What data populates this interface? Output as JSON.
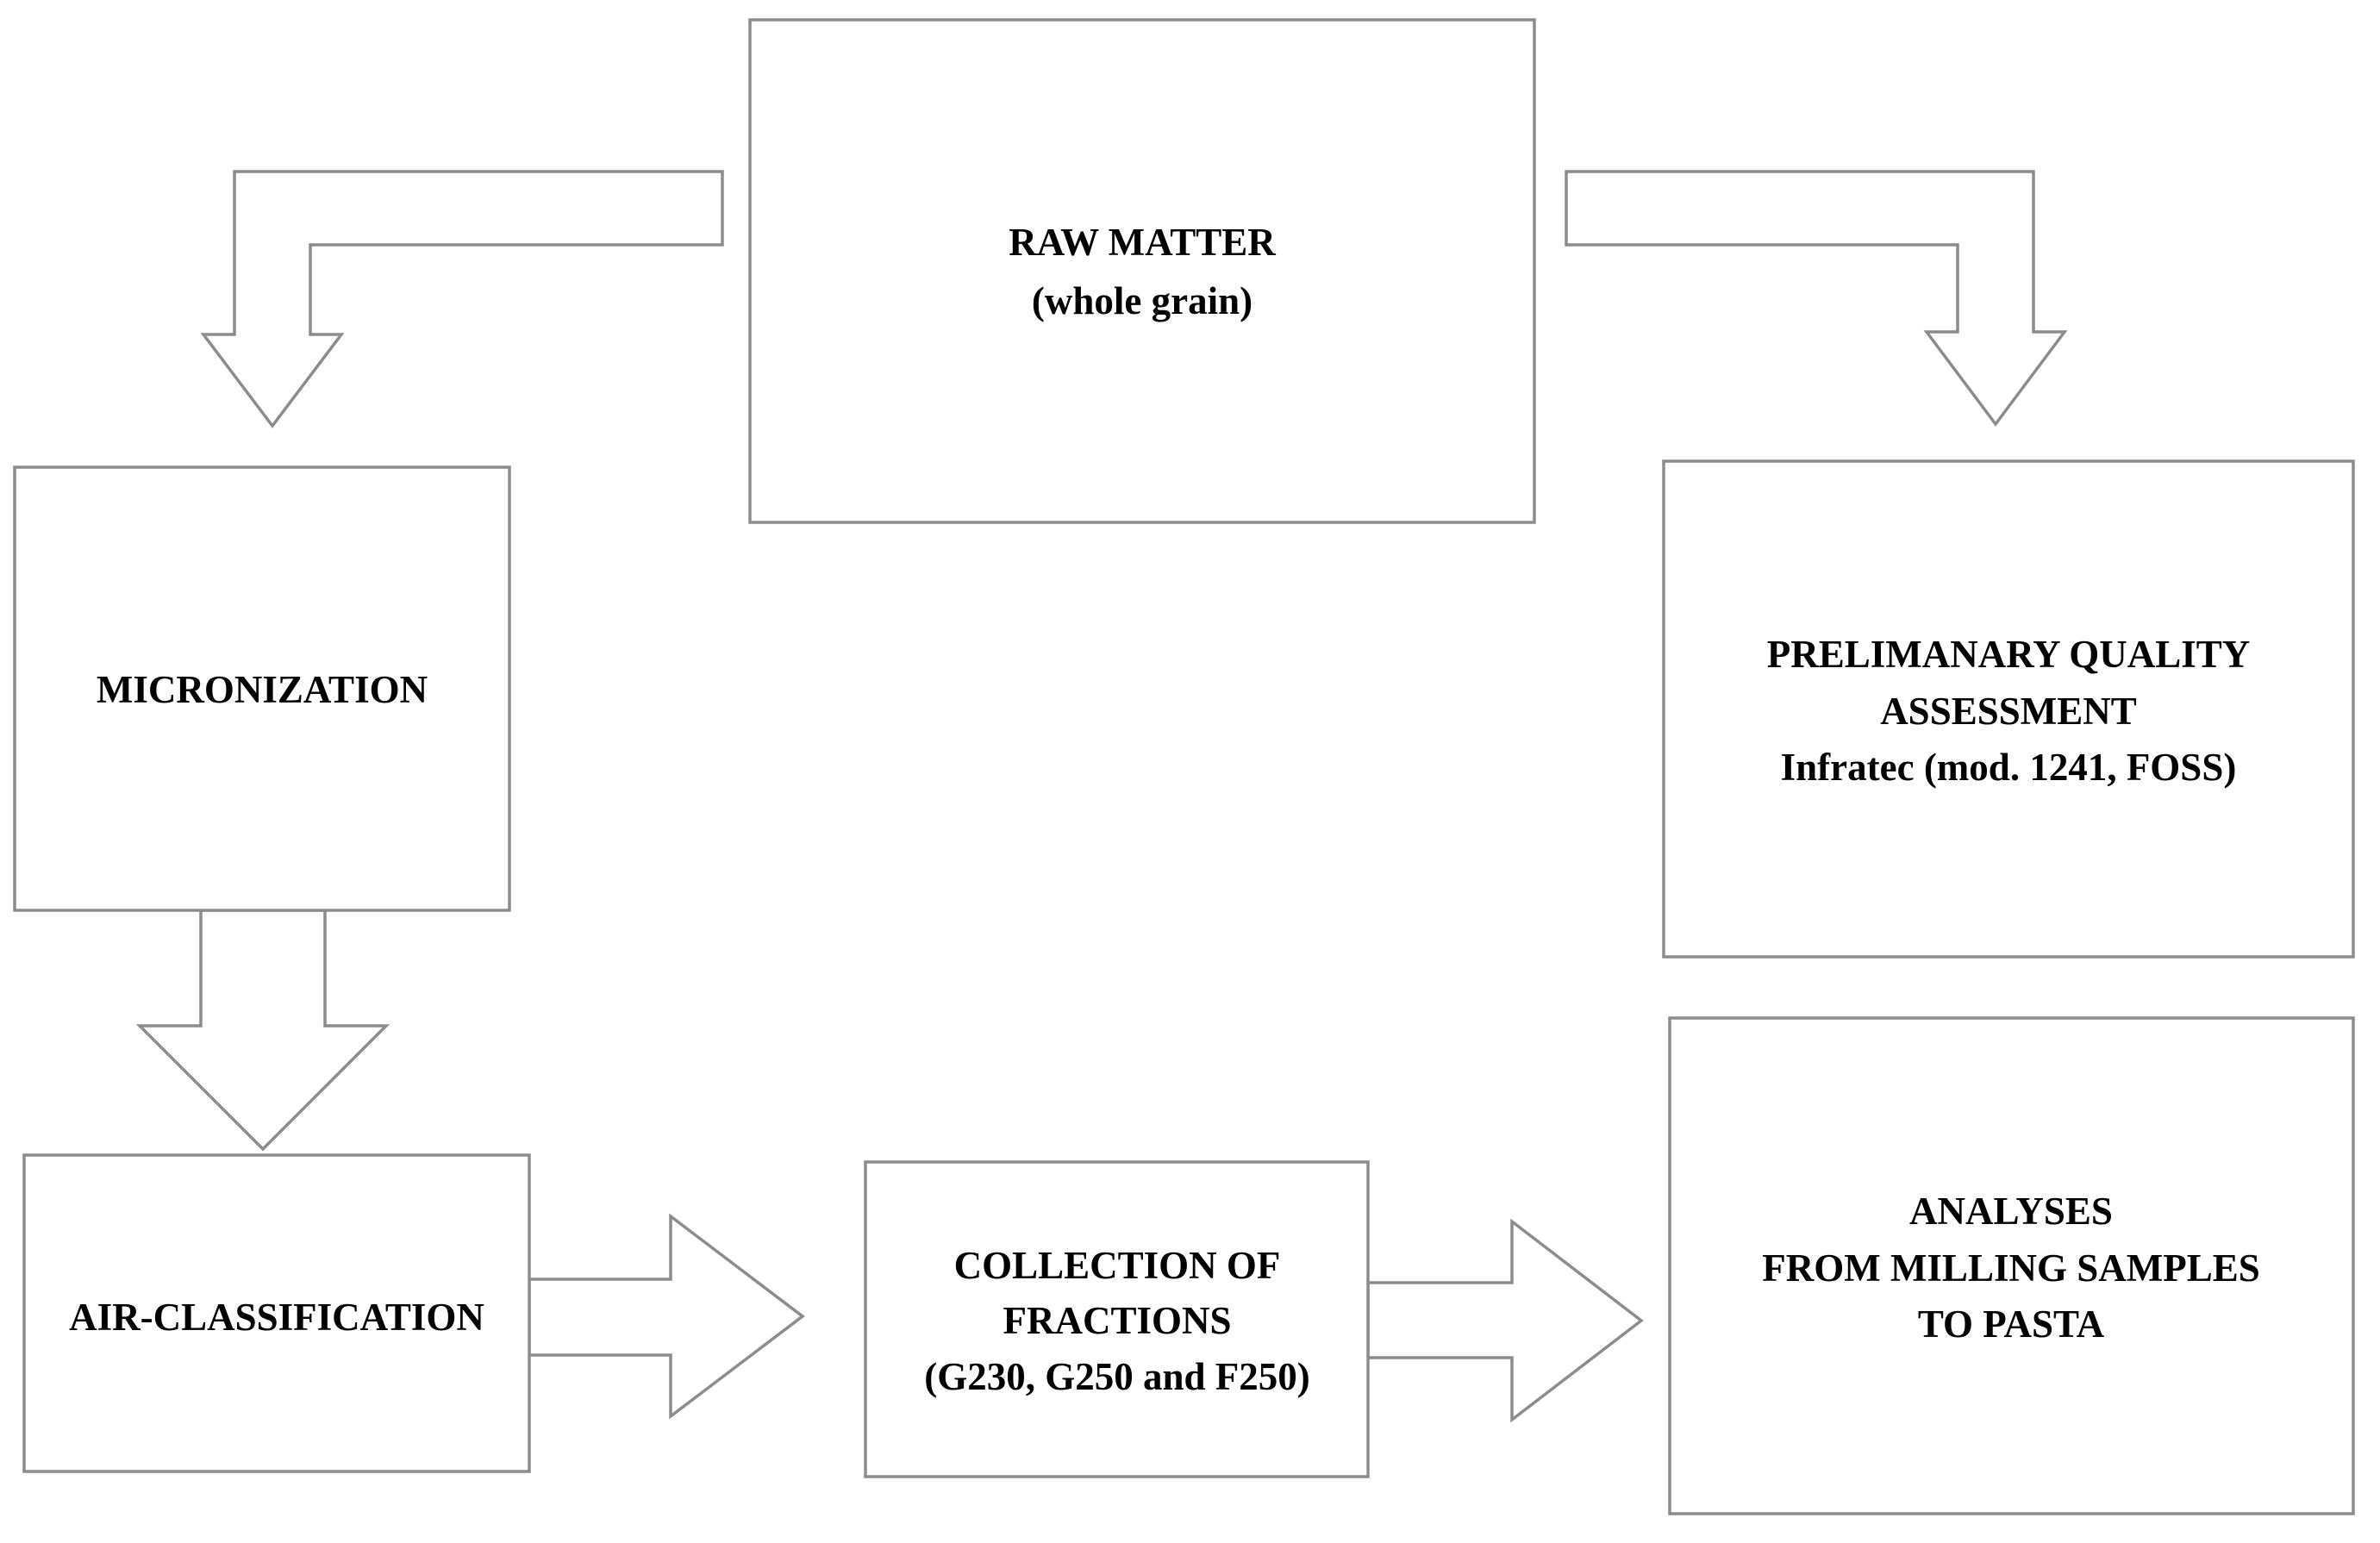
{
  "nodes": {
    "raw_matter": {
      "lines": [
        "RAW MATTER",
        "(whole grain)"
      ]
    },
    "micronization": {
      "lines": [
        "MICRONIZATION"
      ]
    },
    "preliminary_quality": {
      "lines": [
        "PRELIMANARY QUALITY",
        "ASSESSMENT",
        "Infratec (mod. 1241, FOSS)"
      ]
    },
    "air_classification": {
      "lines": [
        "AIR-CLASSIFICATION"
      ]
    },
    "collection_of_fractions": {
      "lines": [
        "COLLECTION OF",
        "FRACTIONS",
        "(G230, G250 and F250)"
      ]
    },
    "analyses": {
      "lines": [
        "ANALYSES",
        "FROM MILLING SAMPLES",
        "TO PASTA"
      ]
    }
  },
  "edges": [
    {
      "from": "raw_matter",
      "to": "micronization"
    },
    {
      "from": "raw_matter",
      "to": "preliminary_quality"
    },
    {
      "from": "micronization",
      "to": "air_classification"
    },
    {
      "from": "air_classification",
      "to": "collection_of_fractions"
    },
    {
      "from": "collection_of_fractions",
      "to": "analyses"
    }
  ]
}
